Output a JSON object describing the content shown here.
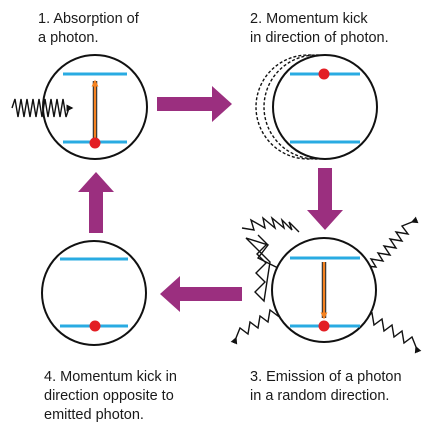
{
  "steps": [
    {
      "id": 1,
      "caption": [
        "1. Absorption of",
        "a photon."
      ]
    },
    {
      "id": 2,
      "caption": [
        "2. Momentum kick",
        "in direction of photon."
      ]
    },
    {
      "id": 3,
      "caption": [
        "3. Emission of a photon",
        "in a random direction."
      ]
    },
    {
      "id": 4,
      "caption": [
        "4. Momentum kick in",
        "direction opposite to",
        "emitted photon."
      ]
    }
  ],
  "colors": {
    "atom_outline": "#111111",
    "energy_level": "#29abe2",
    "electron": "#e31e24",
    "transition_arrow": "#f58220",
    "cycle_arrow": "#9b2f7f",
    "photon": "#111111"
  },
  "icons": {
    "photon": "photon-wave-icon",
    "electron": "electron-dot-icon"
  }
}
